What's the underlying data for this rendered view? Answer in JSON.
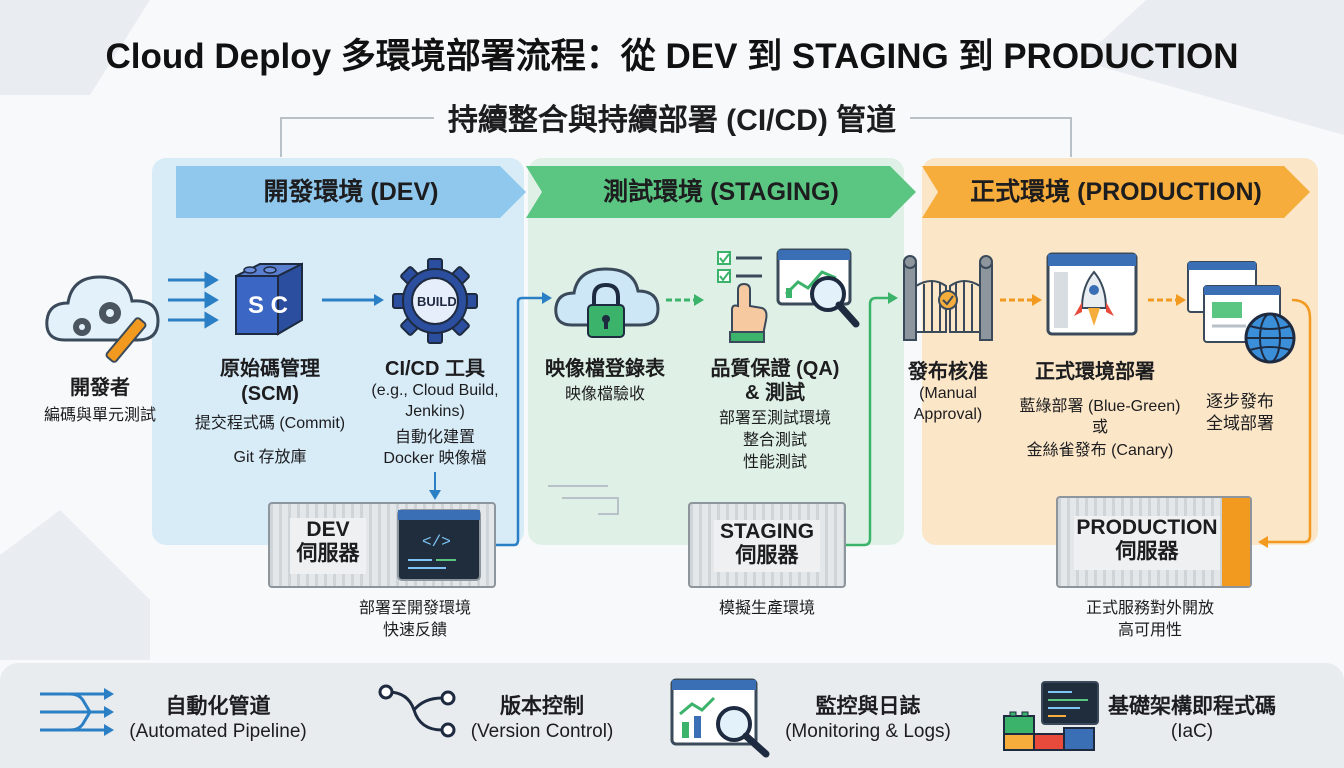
{
  "title": "Cloud Deploy 多環境部署流程：從 DEV 到 STAGING 到 PRODUCTION",
  "subtitle": "持續整合與持續部署 (CI/CD) 管道",
  "stages": {
    "dev": {
      "banner": "開發環境 (DEV)",
      "color": "#8fc8ec"
    },
    "staging": {
      "banner": "測試環境 (STAGING)",
      "color": "#5bc582"
    },
    "production": {
      "banner": "正式環境 (PRODUCTION)",
      "color": "#f6ad3c"
    }
  },
  "nodes": {
    "developer": {
      "title": "開發者",
      "desc": "編碼與單元測試"
    },
    "scm": {
      "title": "原始碼管理",
      "title2": "(SCM)",
      "desc1": "提交程式碼 (Commit)",
      "desc2": "Git 存放庫",
      "icon_text": "S C"
    },
    "cicd": {
      "title": "CI/CD 工具",
      "desc1": "(e.g., Cloud Build,",
      "desc2": "Jenkins)",
      "desc3": "自動化建置",
      "desc4": "Docker 映像檔",
      "icon_text": "BUILD"
    },
    "registry": {
      "title": "映像檔登錄表",
      "desc": "映像檔驗收"
    },
    "qa": {
      "title": "品質保證 (QA)",
      "title2": "& 測試",
      "desc1": "部署至測試環境",
      "desc2": "整合測試",
      "desc3": "性能測試"
    },
    "approval": {
      "title": "發布核准",
      "desc1": "(Manual",
      "desc2": "Approval)"
    },
    "prod_deploy": {
      "title": "正式環境部署",
      "desc1": "藍綠部署 (Blue-Green)",
      "desc2": "或",
      "desc3": "金絲雀發布 (Canary)"
    },
    "rollout": {
      "desc1": "逐步發布",
      "desc2": "全域部署"
    }
  },
  "servers": {
    "dev": {
      "line1": "DEV",
      "line2": "伺服器",
      "caption1": "部署至開發環境",
      "caption2": "快速反饋",
      "code_glyph": "</>"
    },
    "staging": {
      "line1": "STAGING",
      "line2": "伺服器",
      "caption1": "模擬生產環境"
    },
    "production": {
      "line1": "PRODUCTION",
      "line2": "伺服器",
      "caption1": "正式服務對外開放",
      "caption2": "高可用性"
    }
  },
  "legend": [
    {
      "label": "自動化管道",
      "sub": "(Automated Pipeline)",
      "icon": "pipeline-icon"
    },
    {
      "label": "版本控制",
      "sub": "(Version Control)",
      "icon": "git-branch-icon"
    },
    {
      "label": "監控與日誌",
      "sub": "(Monitoring & Logs)",
      "icon": "monitoring-icon"
    },
    {
      "label": "基礎架構即程式碼",
      "sub": "(IaC)",
      "icon": "iac-icon"
    }
  ],
  "colors": {
    "dev_arrow": "#2b7fc4",
    "staging_arrow": "#3bb36a",
    "prod_arrow": "#f29a1f"
  }
}
